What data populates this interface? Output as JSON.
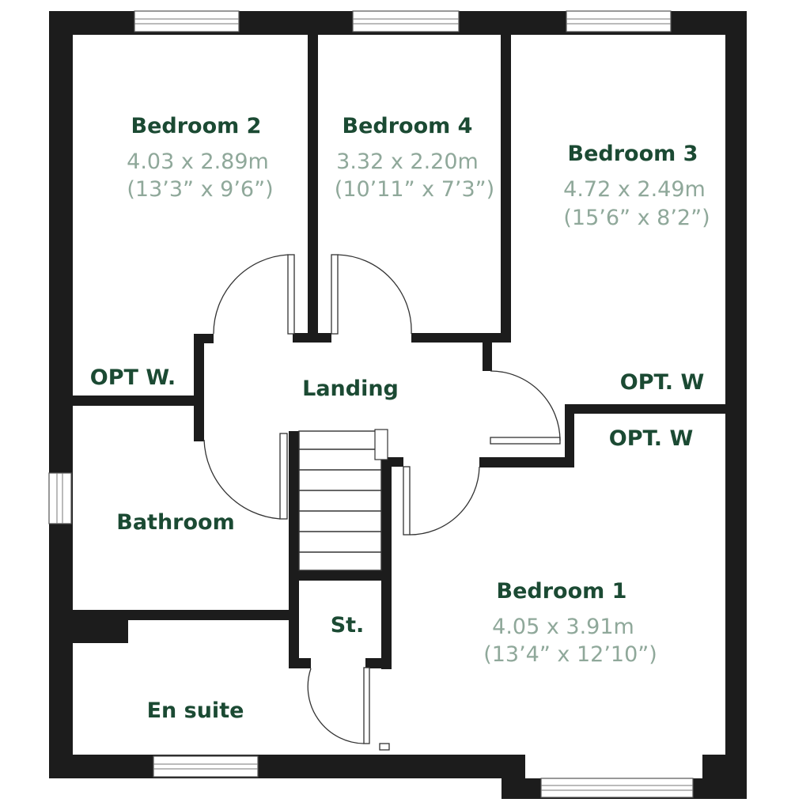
{
  "rooms": {
    "bedroom2": {
      "name": "Bedroom 2",
      "metric": "4.03 x 2.89m",
      "imperial": "(13’3” x 9’6”)"
    },
    "bedroom4": {
      "name": "Bedroom 4",
      "metric": "3.32 x 2.20m",
      "imperial": "(10’11” x 7’3”)"
    },
    "bedroom3": {
      "name": "Bedroom 3",
      "metric": "4.72 x 2.49m",
      "imperial": "(15’6” x 8’2”)"
    },
    "bedroom1": {
      "name": "Bedroom 1",
      "metric": "4.05 x 3.91m",
      "imperial": "(13’4” x 12’10”)"
    },
    "landing": {
      "name": "Landing"
    },
    "bathroom": {
      "name": "Bathroom"
    },
    "ensuite": {
      "name": "En suite"
    },
    "storage": {
      "name": "St."
    }
  },
  "labels": {
    "opt_w_left": "OPT W.",
    "opt_w_bed3": "OPT. W",
    "opt_w_bed1": "OPT. W"
  },
  "colors": {
    "room_name": "#1b4a33",
    "room_dims": "#8fa89a",
    "wall": "#1c1c1c"
  }
}
